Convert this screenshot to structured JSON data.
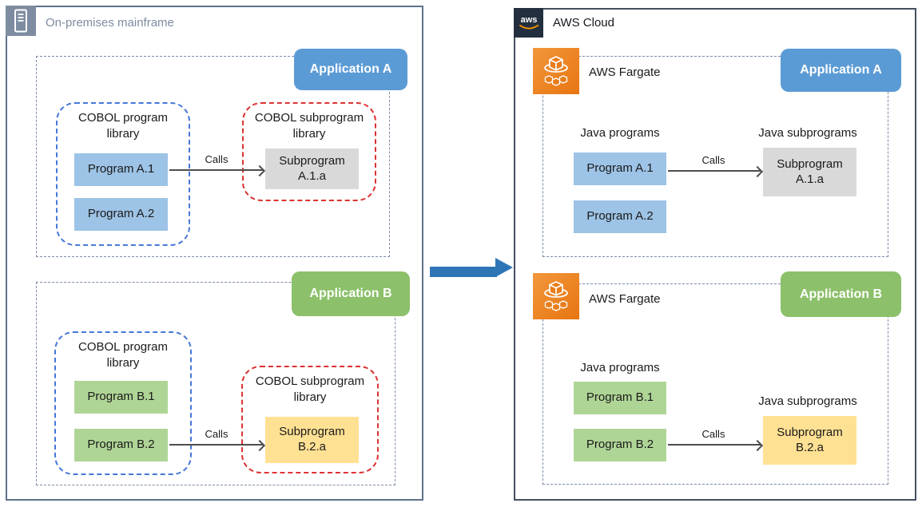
{
  "left_panel": {
    "title": "On-premises mainframe",
    "app_a": {
      "label": "Application A",
      "program_library_title": "COBOL program library",
      "programs": [
        "Program A.1",
        "Program A.2"
      ],
      "subprogram_library_title": "COBOL subprogram library",
      "subprogram": "Subprogram A.1.a",
      "calls_label": "Calls"
    },
    "app_b": {
      "label": "Application B",
      "program_library_title": "COBOL program library",
      "programs": [
        "Program B.1",
        "Program B.2"
      ],
      "subprogram_library_title": "COBOL subprogram library",
      "subprogram": "Subprogram B.2.a",
      "calls_label": "Calls"
    }
  },
  "right_panel": {
    "title": "AWS Cloud",
    "aws_logo_text": "aws",
    "app_a": {
      "fargate_label": "AWS Fargate",
      "label": "Application A",
      "programs_title": "Java programs",
      "programs": [
        "Program A.1",
        "Program A.2"
      ],
      "subprograms_title": "Java subprograms",
      "subprogram": "Subprogram A.1.a",
      "calls_label": "Calls"
    },
    "app_b": {
      "fargate_label": "AWS Fargate",
      "label": "Application B",
      "programs_title": "Java programs",
      "programs": [
        "Program B.1",
        "Program B.2"
      ],
      "subprograms_title": "Java subprograms",
      "subprogram": "Subprogram B.2.a",
      "calls_label": "Calls"
    }
  },
  "icons": {
    "onprem": "mainframe-icon",
    "aws": "aws-logo-icon",
    "fargate": "fargate-icon"
  },
  "colors": {
    "app_blue": "#5b9bd5",
    "program_blue": "#9dc3e6",
    "app_green": "#8cc06a",
    "program_green": "#afd596",
    "subprogram_gray": "#d9d9d9",
    "subprogram_yellow": "#ffe194",
    "migration_arrow": "#2e75b6",
    "library_blue_dash": "#4677d8",
    "library_red_dash": "#dc3232",
    "onprem_slate": "#7d8ca0",
    "aws_navy": "#232f3e",
    "fargate_orange": "#e87511"
  }
}
